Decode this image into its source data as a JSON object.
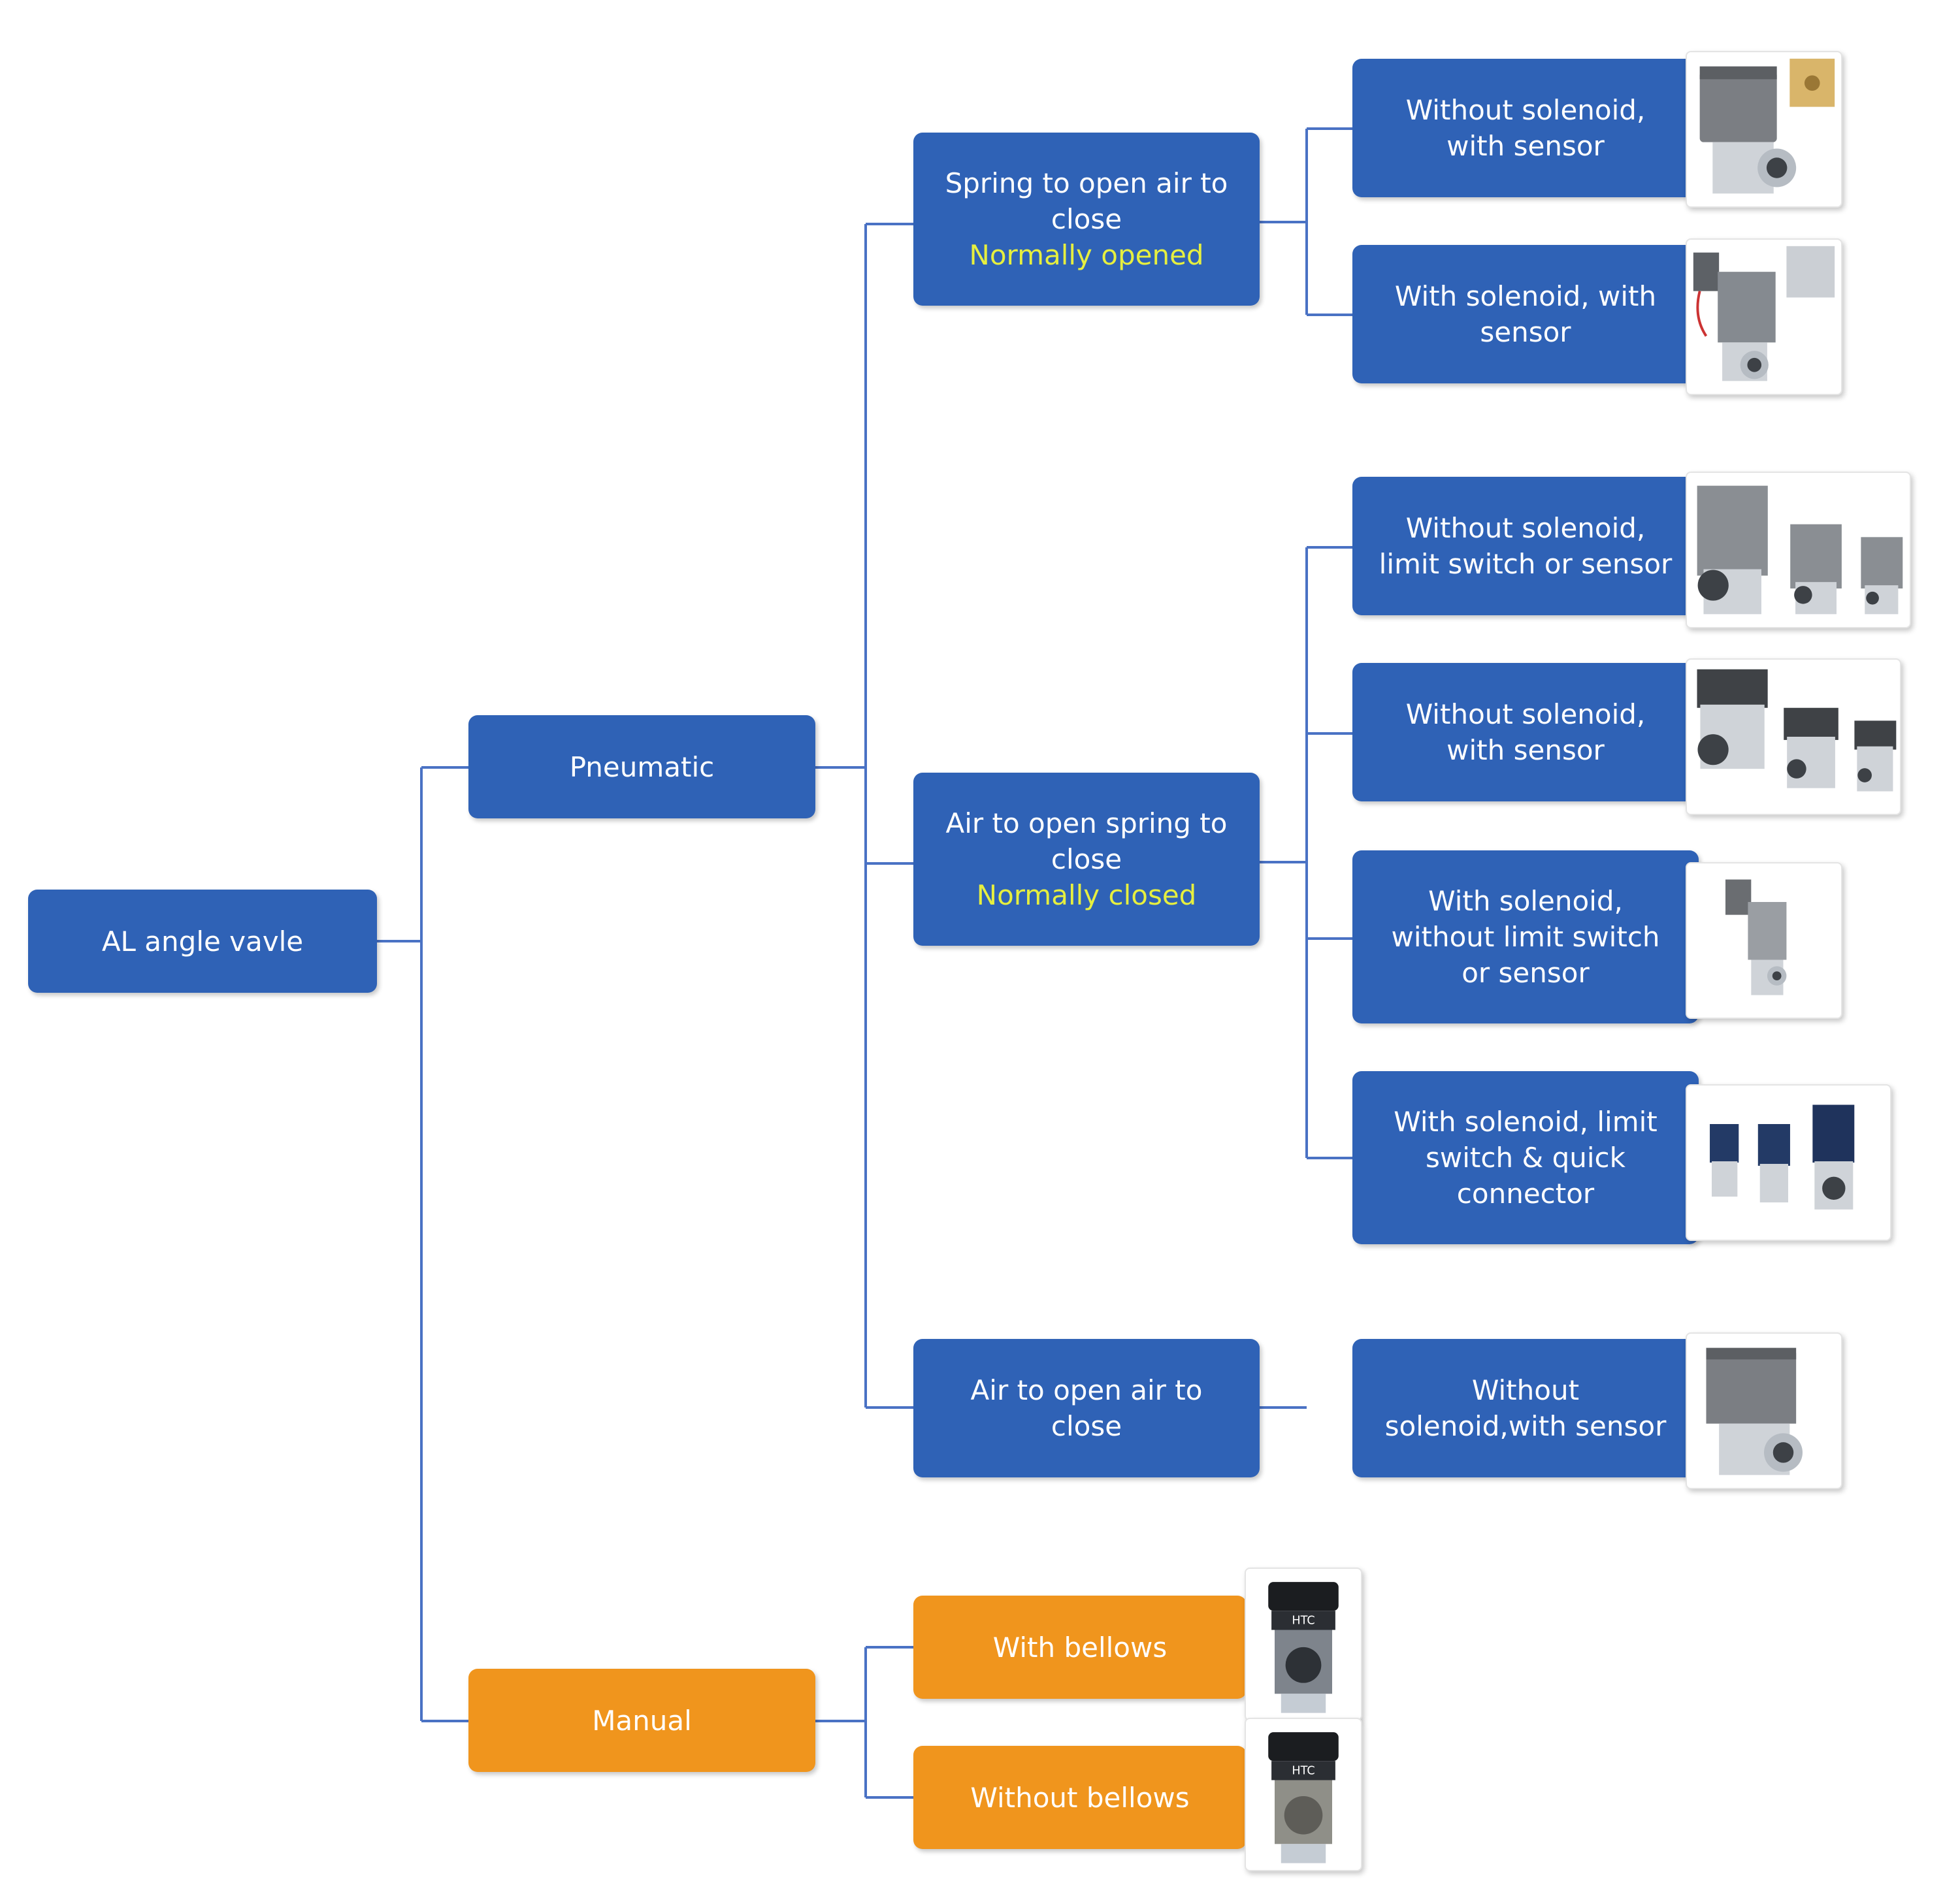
{
  "colors": {
    "blue": "#2f62b6",
    "orange": "#f0951d",
    "highlight": "#e6ef3f",
    "connector": "#4a72c4"
  },
  "root": {
    "label": "AL angle vavle"
  },
  "pneumatic": {
    "label": "Pneumatic",
    "spring_open": {
      "label": "Spring to open air to\nclose",
      "sub": "Normally opened"
    },
    "air_open_spring": {
      "label": "Air to open spring to\nclose",
      "sub": "Normally closed"
    },
    "air_open_air": {
      "label": "Air to open air to\nclose"
    },
    "options": {
      "no_open_without_solenoid_sensor": {
        "label": "Without solenoid,\nwith sensor",
        "photo": "valve-with-sensor-photo"
      },
      "no_open_with_solenoid_sensor": {
        "label": "With solenoid, with\nsensor",
        "photo": "valve-with-solenoid-photo"
      },
      "nc_without_solenoid_limit": {
        "label": "Without solenoid,\nlimit switch or sensor",
        "photo": "valve-set-plain-photo"
      },
      "nc_without_solenoid_sensor": {
        "label": "Without solenoid,\nwith sensor",
        "photo": "valve-set-sensor-photo"
      },
      "nc_with_solenoid_no_limit": {
        "label": "With solenoid,\nwithout limit switch\nor sensor",
        "photo": "valve-solenoid-small-photo"
      },
      "nc_with_solenoid_limit_quick": {
        "label": "With solenoid, limit\nswitch & quick\nconnector",
        "photo": "valve-set-quick-connector-photo"
      },
      "aa_without_solenoid_sensor": {
        "label": "Without\nsolenoid,with sensor",
        "photo": "valve-air-air-photo"
      }
    }
  },
  "manual": {
    "label": "Manual",
    "with_bellows": {
      "label": "With bellows",
      "photo": "manual-valve-bellows-photo",
      "brand": "HTC"
    },
    "without_bellows": {
      "label": "Without bellows",
      "photo": "manual-valve-no-bellows-photo",
      "brand": "HTC"
    }
  }
}
